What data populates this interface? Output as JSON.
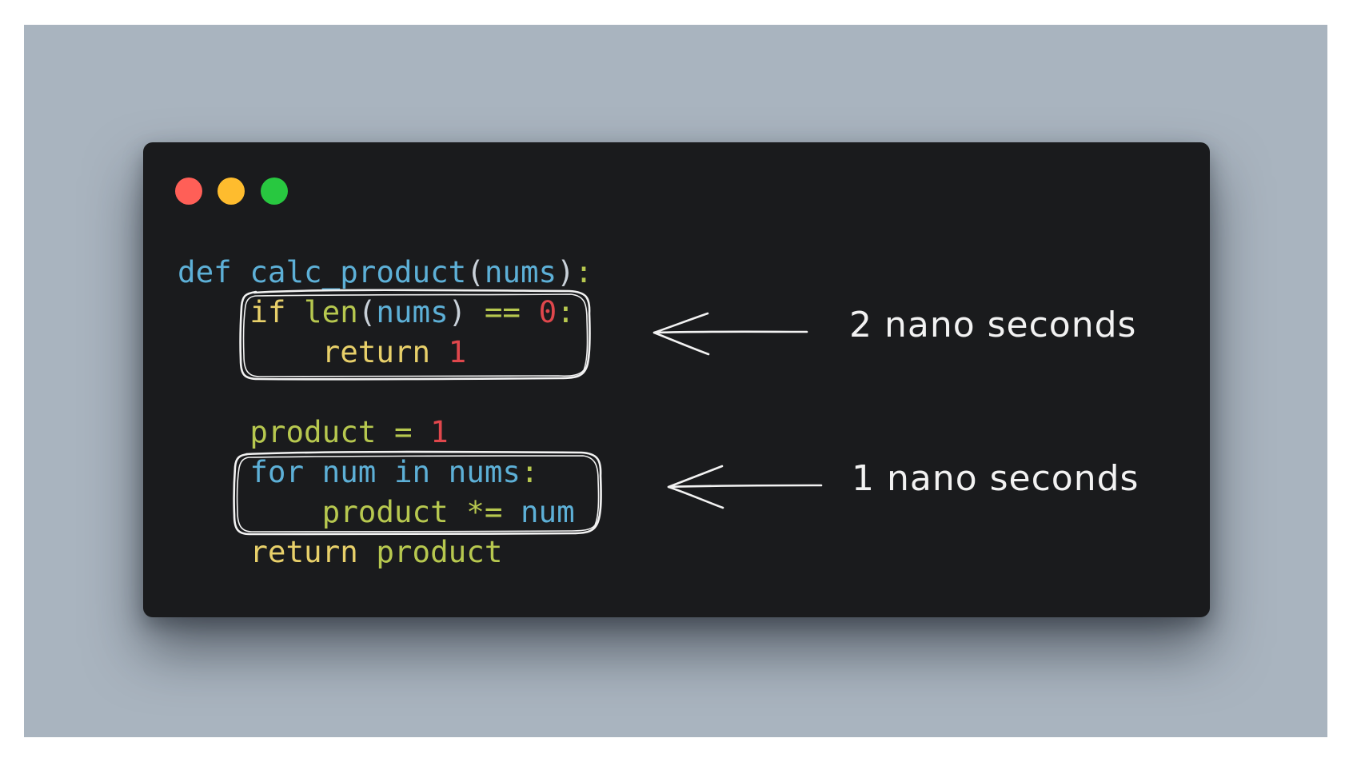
{
  "window": {
    "controls": [
      "close",
      "minimize",
      "maximize"
    ],
    "colors": {
      "close": "#ff5f57",
      "minimize": "#febc2e",
      "maximize": "#28c840",
      "background": "#1a1b1d"
    }
  },
  "code": {
    "language": "python",
    "lines": [
      [
        {
          "t": "def",
          "c": "kw-def"
        },
        {
          "t": " ",
          "c": ""
        },
        {
          "t": "calc_product",
          "c": "fn"
        },
        {
          "t": "(",
          "c": "paren"
        },
        {
          "t": "nums",
          "c": "param"
        },
        {
          "t": ")",
          "c": "paren"
        },
        {
          "t": ":",
          "c": "colon"
        }
      ],
      [
        {
          "t": "    ",
          "c": ""
        },
        {
          "t": "if",
          "c": "kw-y"
        },
        {
          "t": " ",
          "c": ""
        },
        {
          "t": "len",
          "c": "builtin"
        },
        {
          "t": "(",
          "c": "paren"
        },
        {
          "t": "nums",
          "c": "var-b"
        },
        {
          "t": ")",
          "c": "paren"
        },
        {
          "t": " ",
          "c": ""
        },
        {
          "t": "==",
          "c": "op"
        },
        {
          "t": " ",
          "c": ""
        },
        {
          "t": "0",
          "c": "num"
        },
        {
          "t": ":",
          "c": "colon"
        }
      ],
      [
        {
          "t": "        ",
          "c": ""
        },
        {
          "t": "return",
          "c": "kw-y"
        },
        {
          "t": " ",
          "c": ""
        },
        {
          "t": "1",
          "c": "num"
        }
      ],
      [
        {
          "t": "",
          "c": ""
        }
      ],
      [
        {
          "t": "    ",
          "c": ""
        },
        {
          "t": "product",
          "c": "var-g"
        },
        {
          "t": " ",
          "c": ""
        },
        {
          "t": "=",
          "c": "op"
        },
        {
          "t": " ",
          "c": ""
        },
        {
          "t": "1",
          "c": "num"
        }
      ],
      [
        {
          "t": "    ",
          "c": ""
        },
        {
          "t": "for",
          "c": "kw-def"
        },
        {
          "t": " ",
          "c": ""
        },
        {
          "t": "num",
          "c": "var-b"
        },
        {
          "t": " ",
          "c": ""
        },
        {
          "t": "in",
          "c": "kw-def"
        },
        {
          "t": " ",
          "c": ""
        },
        {
          "t": "nums",
          "c": "var-b"
        },
        {
          "t": ":",
          "c": "colon"
        }
      ],
      [
        {
          "t": "        ",
          "c": ""
        },
        {
          "t": "product",
          "c": "var-g"
        },
        {
          "t": " ",
          "c": ""
        },
        {
          "t": "*=",
          "c": "op"
        },
        {
          "t": " ",
          "c": ""
        },
        {
          "t": "num",
          "c": "var-b"
        }
      ],
      [
        {
          "t": "    ",
          "c": ""
        },
        {
          "t": "return",
          "c": "kw-y"
        },
        {
          "t": " ",
          "c": ""
        },
        {
          "t": "product",
          "c": "var-g"
        }
      ]
    ]
  },
  "annotations": {
    "note_1": "2 nano seconds",
    "note_2": "1 nano seconds",
    "ink_color": "#f2f2f2"
  }
}
